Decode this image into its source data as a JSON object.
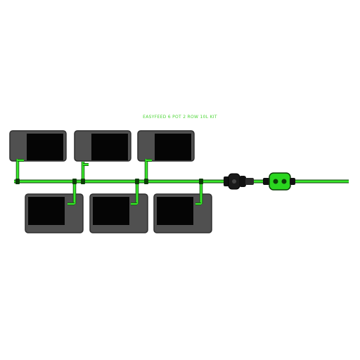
{
  "title": "EASYFEED 6 POT 2 ROW 10L KIT",
  "colors": {
    "tube": "#39e82b",
    "tube_outline": "#0c3d08",
    "pot_body": "#505050",
    "pot_insert": "#050505",
    "fitting": "#111111",
    "background": "#ffffff"
  },
  "components": {
    "pots_top_row": [
      "pot",
      "pot",
      "pot"
    ],
    "pots_bottom_row": [
      "pot",
      "pot",
      "pot"
    ],
    "main_line": "tube",
    "inline_parts": [
      "valve-connector",
      "filter-unit"
    ]
  }
}
